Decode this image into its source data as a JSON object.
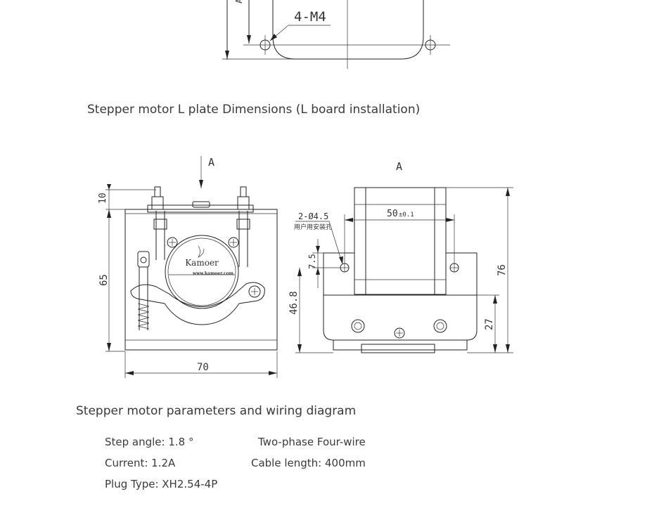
{
  "top_drawing": {
    "hole_label": "4-M4"
  },
  "section_title": "Stepper motor L plate Dimensions (L board installation)",
  "l_plate": {
    "front_view": {
      "view_arrow_label": "A",
      "dim_top_offset": "10",
      "dim_height": "65",
      "dim_width": "70",
      "brand": "Kamoer",
      "url": "www.kamoer.com"
    },
    "side_view": {
      "view_label": "A",
      "hole_spec": "2-Ø4.5",
      "hole_note": "用户用安装孔",
      "dim_hole_spacing": "50",
      "dim_hole_spacing_tol": "±0.1",
      "dim_hole_vertical": "7.5",
      "dim_hole_height": "46.8",
      "dim_total_height": "76",
      "dim_lower": "27"
    }
  },
  "params_title": "Stepper motor parameters and wiring diagram",
  "params": {
    "step_angle": "Step angle: 1.8 °",
    "wiring": "Two-phase Four-wire",
    "current": "Current: 1.2A",
    "cable_length": "Cable length: 400mm",
    "plug_type": "Plug Type: XH2.54-4P"
  }
}
